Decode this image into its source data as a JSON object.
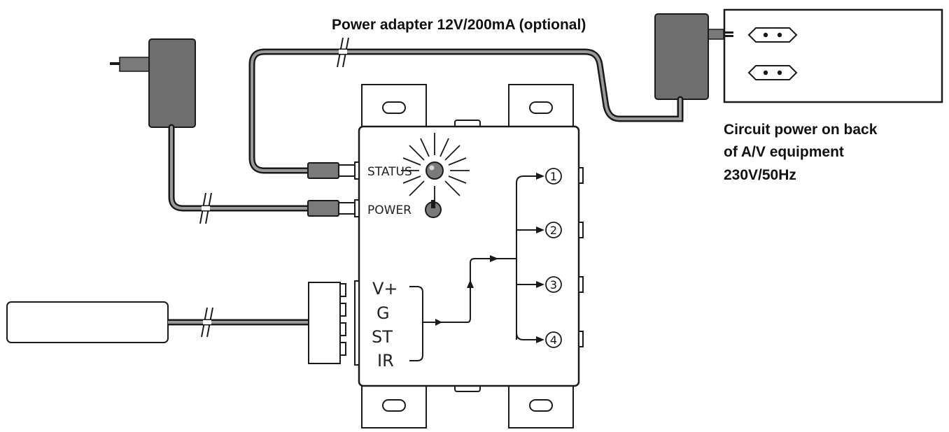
{
  "labels": {
    "adapter_caption": "Power adapter 12V/200mA (optional)",
    "circuit_line1": "Circuit power on back",
    "circuit_line2": "of A/V equipment",
    "circuit_line3": "230V/50Hz",
    "status": "STATUS",
    "power": "POWER",
    "pin_v": "V+",
    "pin_g": "G",
    "pin_st": "ST",
    "pin_ir": "IR",
    "out1": "1",
    "out2": "2",
    "out3": "3",
    "out4": "4"
  },
  "colors": {
    "line": "#1a1a1a",
    "adapter_fill": "#6e6e6e",
    "cable_fill": "#8a8a8a",
    "led_fill": "#7a7a7a"
  }
}
